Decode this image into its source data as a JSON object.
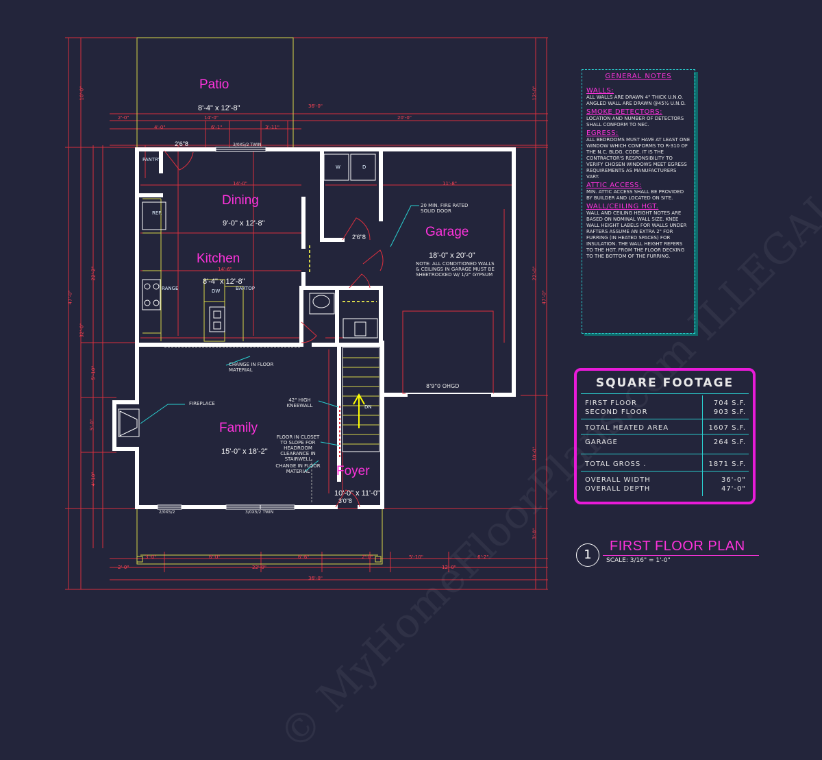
{
  "rooms": {
    "patio": {
      "name": "Patio",
      "size": "8'-4\" x 12'-8\""
    },
    "dining": {
      "name": "Dining",
      "size": "9'-0\" x 12'-8\""
    },
    "kitchen": {
      "name": "Kitchen",
      "size": "8'-4\" x 12'-8\""
    },
    "garage": {
      "name": "Garage",
      "size": "18'-0\" x 20'-0\""
    },
    "family": {
      "name": "Family",
      "size": "15'-0\" x 18'-2\""
    },
    "foyer": {
      "name": "Foyer",
      "size": "10'-0\" x 11'-0\""
    }
  },
  "plan_labels": {
    "pantry": "PANTRY",
    "ref": "REF.",
    "range": "RANGE",
    "dw": "DW",
    "bartop": "BARTOP",
    "w": "W",
    "d": "D",
    "fireplace": "FIREPLACE",
    "ohgd": "8'9\"0 OHGD",
    "door_2868": "2'6\"8",
    "door_3068": "3'0\"8",
    "door_2668": "2'6\"8",
    "window_top": "3/0X5/2 TWIN",
    "window_bottom_left": "2/0X5/2",
    "window_bottom_mid": "3/0X5/2 TWIN",
    "fire_door_note": "20 MIN. FIRE RATED SOLID DOOR",
    "garage_note": "NOTE: ALL CONDITIONED WALLS & CEILINGS IN GARAGE MUST BE SHEETROCKED W/ 1/2\" GYPSUM",
    "change_floor_1": "CHANGE IN FLOOR MATERIAL",
    "change_floor_2": "CHANGE IN FLOOR MATERIAL",
    "kneewall": "42\" HIGH KNEEWALL",
    "closet_note": "FLOOR IN CLOSET TO SLOPE FOR HEADROOM CLEARANCE IN STAIRWELL",
    "stair_dn": "DN"
  },
  "dimensions": {
    "top_overall": "36'-0\"",
    "top_left": "2'-0\"",
    "top_a": "14'-0\"",
    "top_b": "20'-0\"",
    "top_c": "4'-0\"",
    "top_d": "6'-1\"",
    "top_e": "3'-11\"",
    "bottom_overall": "36'-0\"",
    "bottom_left": "2'-0\"",
    "bottom_a": "22'-0\"",
    "bottom_b": "12'-0\"",
    "bottom_c": "3'-0\"",
    "bottom_d": "6'-0\"",
    "bottom_e": "6'-6\"",
    "bottom_f": "2'-0\"",
    "bottom_g": "5'-10\"",
    "bottom_h": "6'-2\"",
    "left_overall": "47'-0\"",
    "left_a": "32'-0\"",
    "left_b": "22'-2\"",
    "left_c": "10'-0\"",
    "left_d": "5'-0\"",
    "left_e": "5'-10\"",
    "left_f": "4'-10\"",
    "right_overall": "47'-0\"",
    "right_a": "12'-0\"",
    "right_b": "22'-0\"",
    "right_c": "10'-0\"",
    "right_d": "3'-0\"",
    "dining_w": "14'-0\"",
    "kitchen_w": "14'-6\"",
    "garage_w": "11'-8\""
  },
  "general_notes": {
    "title": "GENERAL NOTES",
    "sections": [
      {
        "heading": "WALLS:",
        "body": "ALL WALLS ARE DRAWN 4\" THICK U.N.O. ANGLED WALL ARE DRAWN @45½ U.N.O."
      },
      {
        "heading": "SMOKE DETECTORS:",
        "body": "LOCATION AND NUMBER OF DETECTORS SHALL CONFORM TO NEC."
      },
      {
        "heading": "EGRESS:",
        "body": "ALL BEDROOMS MUST HAVE AT LEAST ONE WINDOW WHICH CONFORMS TO R-310 OF THE N.C. BLDG. CODE. IT IS THE CONTRACTOR'S RESPONSIBILITY TO VERIFY CHOSEN WINDOWS MEET EGRESS REQUIREMENTS AS MANUFACTURERS VARY."
      },
      {
        "heading": "ATTIC ACCESS:",
        "body": "MIN. ATTIC ACCESS SHALL BE PROVIDED BY BUILDER AND LOCATED ON SITE."
      },
      {
        "heading": "WALL/CEILING HGT.",
        "body": "WALL AND CEILING HEIGHT NOTES ARE BASED ON NOMINAL WALL SIZE. KNEE WALL HEIGHT LABELS FOR WALLS UNDER RAFTERS ASSUME AN EXTRA 2\" FOR FURRING (IN HEATED SPACES) FOR INSULATION. THE WALL HEIGHT REFERS TO THE HGT. FROM THE FLOOR DECKING TO THE BOTTOM OF THE FURRING."
      }
    ]
  },
  "square_footage": {
    "title": "SQUARE FOOTAGE",
    "rows": [
      {
        "label": "FIRST FLOOR",
        "value": "704 S.F."
      },
      {
        "label": "SECOND FLOOR",
        "value": "903 S.F."
      },
      {
        "label": "TOTAL HEATED AREA",
        "value": "1607 S.F."
      },
      {
        "label": "GARAGE",
        "value": "264 S.F."
      },
      {
        "label": "TOTAL GROSS .",
        "value": "1871 S.F."
      },
      {
        "label": "OVERALL WIDTH",
        "value": "36'-0\""
      },
      {
        "label": "OVERALL DEPTH",
        "value": "47'-0\""
      }
    ]
  },
  "title_block": {
    "number": "1",
    "title": "FIRST FLOOR PLAN",
    "scale": "SCALE: 3/16\" = 1'-0\""
  },
  "watermark": "© MyHomeFloorPlans.com ILLEGAL to use for construction",
  "colors": {
    "background": "#23253b",
    "walls": "#ffffff",
    "dimensions": "#e0303e",
    "accent_magenta": "#e81bd8",
    "cyan": "#2ad1d1",
    "yellow": "#d8d84a"
  }
}
